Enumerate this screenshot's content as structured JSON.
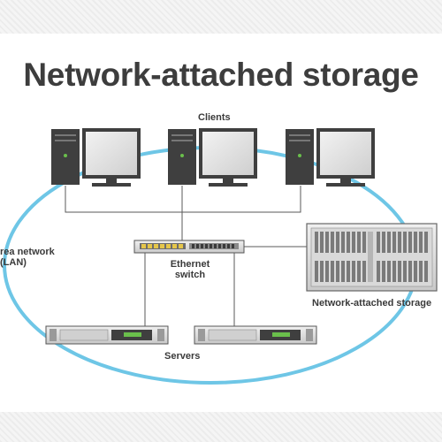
{
  "title": "Network-attached storage",
  "labels": {
    "clients": "Clients",
    "switch_line1": "Ethernet",
    "switch_line2": "switch",
    "nas": "Network-attached storage",
    "servers": "Servers",
    "lan_line1": "rea network",
    "lan_line2": "(LAN)"
  },
  "colors": {
    "lan_ring": "#6ec6e6",
    "device_dark": "#3f3f3f",
    "device_light": "#e3e3e3",
    "accent_green": "#6abf4b"
  }
}
